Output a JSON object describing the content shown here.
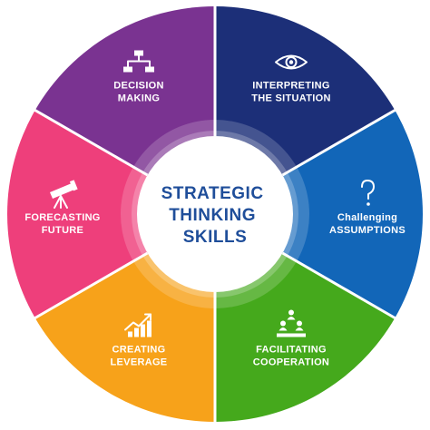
{
  "center": {
    "lines": [
      "STRATEGIC",
      "THINKING",
      "SKILLS"
    ]
  },
  "segments": [
    {
      "id": "interpreting",
      "lines": [
        "INTERPRETING",
        "THE SITUATION"
      ],
      "color": "#1c2f78",
      "icon": "eye-icon"
    },
    {
      "id": "challenging",
      "lines": [
        "Challenging",
        "ASSUMPTIONS"
      ],
      "color": "#1266b8",
      "icon": "question-mark-icon"
    },
    {
      "id": "facilitating",
      "lines": [
        "FACILITATING",
        "COOPERATION"
      ],
      "color": "#45a91c",
      "icon": "team-pyramid-icon"
    },
    {
      "id": "creating",
      "lines": [
        "CREATING",
        "LEVERAGE"
      ],
      "color": "#f7a21a",
      "icon": "growth-chart-icon"
    },
    {
      "id": "forecasting",
      "lines": [
        "FORECASTING",
        "FUTURE"
      ],
      "color": "#ee3f7b",
      "icon": "telescope-icon"
    },
    {
      "id": "decision",
      "lines": [
        "DECISION",
        "MAKING"
      ],
      "color": "#7a3391",
      "icon": "org-chart-icon"
    }
  ]
}
